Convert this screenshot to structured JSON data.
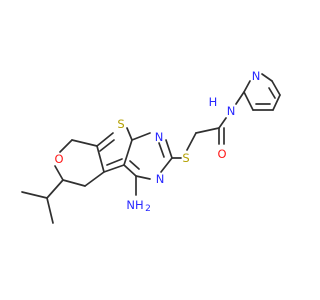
{
  "molecule": {
    "atoms": {
      "O_pyran": {
        "label": "O",
        "color": "#ff1a1a"
      },
      "S_thiophene": {
        "label": "S",
        "color": "#b3a000"
      },
      "S_thioether": {
        "label": "S",
        "color": "#b3a000"
      },
      "O_carbonyl": {
        "label": "O",
        "color": "#ff1a1a"
      },
      "N_pyrimidine_top": {
        "label": "N",
        "color": "#2828ff"
      },
      "N_pyrimidine_bottom": {
        "label": "N",
        "color": "#2828ff"
      },
      "N_amide": {
        "label": "N",
        "color": "#2828ff"
      },
      "H_amide": {
        "label": "H",
        "color": "#2828ff"
      },
      "N_pyridine": {
        "label": "N",
        "color": "#2828ff"
      },
      "NH2_label": {
        "label": "NH",
        "color": "#2828ff"
      },
      "NH2_subscript": {
        "label": "2",
        "color": "#2828ff"
      }
    },
    "bond_color": "#303030"
  }
}
